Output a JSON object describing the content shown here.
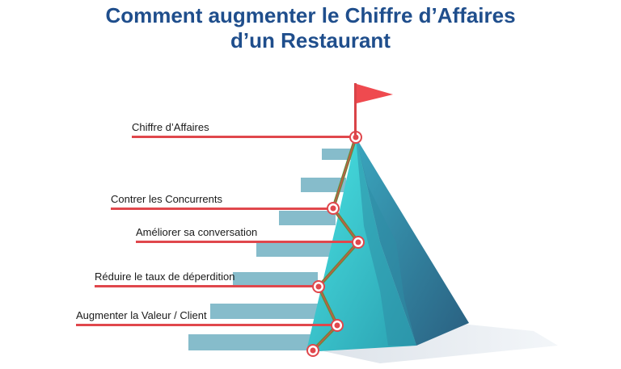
{
  "title": {
    "line1": "Comment augmenter le Chiffre d’Affaires",
    "line2": "d’un Restaurant"
  },
  "colors": {
    "title": "#1f4e8c",
    "line": "#e0474c",
    "mountain_light": "#3fd7d9",
    "mountain_dark": "#2d6f8d",
    "steps": "#7fb8c9",
    "flag": "#ef4a4f",
    "path": "#6b8a3a"
  },
  "steps": [
    {
      "label": "Chiffre d’Affaires"
    },
    {
      "label": "Contrer les Concurrents"
    },
    {
      "label": "Améliorer sa conversation"
    },
    {
      "label": "Réduire le taux de déperdition"
    },
    {
      "label": "Augmenter la Valeur / Client"
    }
  ],
  "icons": {
    "summit": "flag-icon"
  }
}
